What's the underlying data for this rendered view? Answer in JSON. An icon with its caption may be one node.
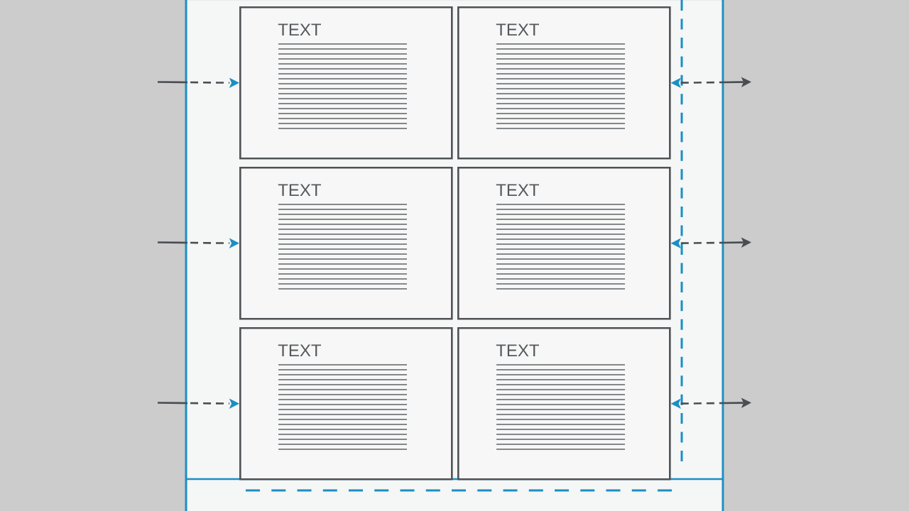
{
  "diagram": {
    "nodes": [
      {
        "text": [],
        "shape": "box"
      },
      {
        "text": [
          "TEXT"
        ],
        "in": 0
      },
      {
        "text": [
          "TEXT"
        ],
        "in": 0
      },
      {
        "text": [
          "TEXT"
        ],
        "in": 0
      },
      {
        "text": [
          "TEXT"
        ],
        "in": 0
      },
      {
        "text": [
          "TEXT"
        ],
        "in": 0
      },
      {
        "text": [
          "TEXT"
        ],
        "in": 0
      }
    ],
    "edges": [
      {
        "from": null,
        "to": 1,
        "arrow": "to",
        "style": "dashed"
      },
      {
        "from": 2,
        "to": null,
        "arrow": "both",
        "style": "dashed"
      },
      {
        "from": null,
        "to": 3,
        "arrow": "to",
        "style": "dashed"
      },
      {
        "from": 4,
        "to": null,
        "arrow": "both",
        "style": "dashed"
      },
      {
        "from": null,
        "to": 5,
        "arrow": "to",
        "style": "dashed"
      },
      {
        "from": 6,
        "to": null,
        "arrow": "both",
        "style": "dashed"
      }
    ]
  }
}
